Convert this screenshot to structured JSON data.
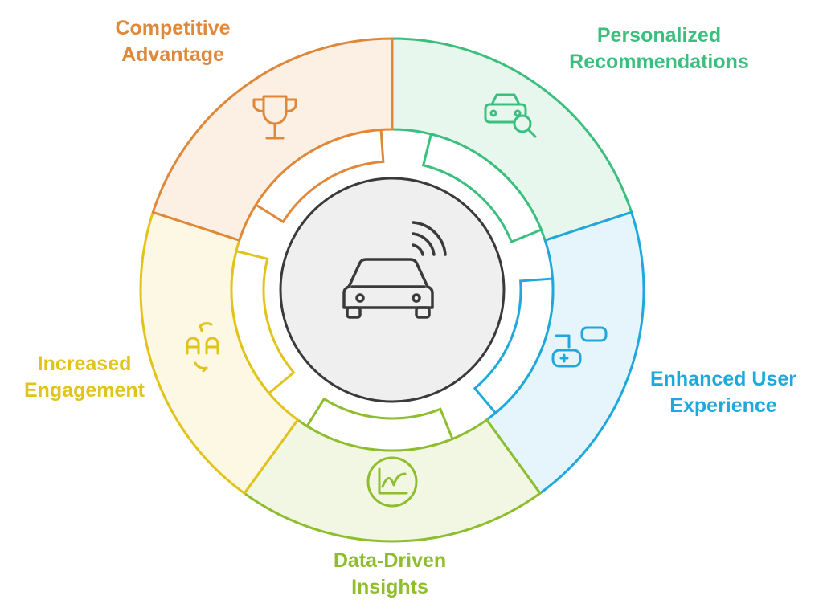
{
  "center": {
    "icon": "connected-car-icon"
  },
  "segments": [
    {
      "label": "Personalized\nRecommendations",
      "color": "#3cbf7e",
      "fill": "#e8f7ee",
      "icon": "car-search-icon"
    },
    {
      "label": "Enhanced User\nExperience",
      "color": "#1fa8dc",
      "fill": "#e6f5fb",
      "icon": "vr-gamepad-icon"
    },
    {
      "label": "Data-Driven\nInsights",
      "color": "#8ebd2e",
      "fill": "#f2f7e3",
      "icon": "line-chart-icon"
    },
    {
      "label": "Increased\nEngagement",
      "color": "#e2c31a",
      "fill": "#fcf8e3",
      "icon": "engagement-cycle-icon"
    },
    {
      "label": "Competitive\nAdvantage",
      "color": "#e0883a",
      "fill": "#fcefe3",
      "icon": "trophy-icon"
    }
  ]
}
